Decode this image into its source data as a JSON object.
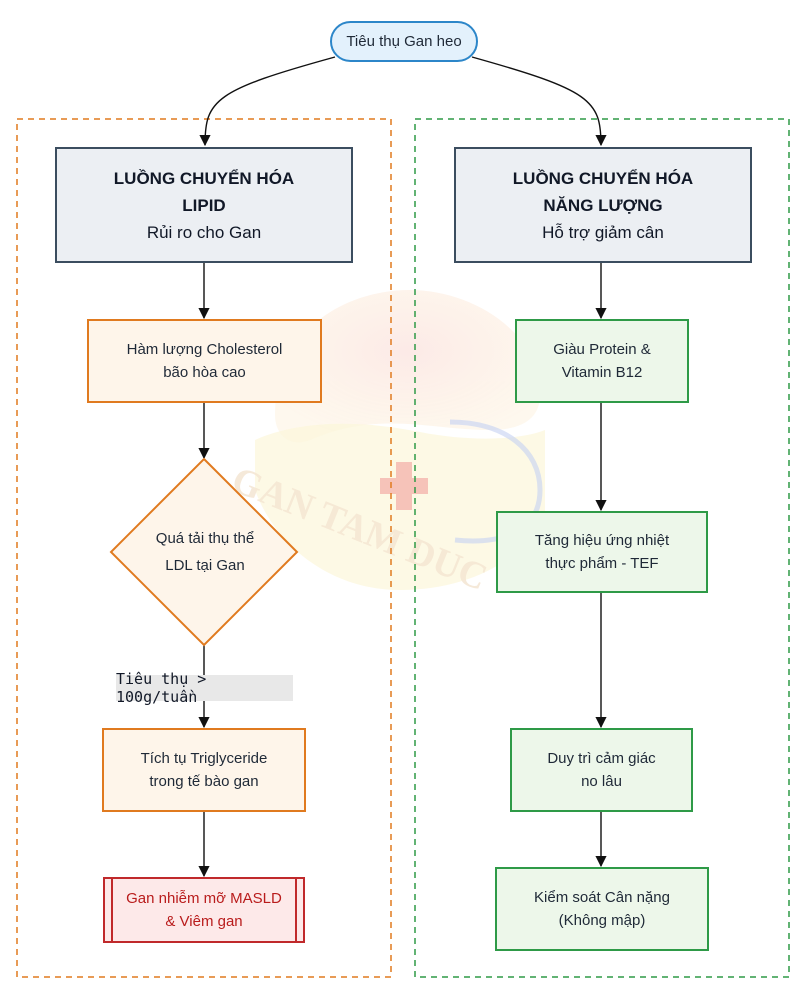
{
  "root": {
    "label": "Tiêu thụ Gan heo"
  },
  "left_flow": {
    "header": {
      "title_line1": "LUỒNG CHUYỂN HÓA",
      "title_line2": "LIPID",
      "subtitle": "Rủi ro cho Gan"
    },
    "step1": {
      "line1": "Hàm lượng Cholesterol",
      "line2": "bão hòa cao"
    },
    "decision": {
      "line1": "Quá tải thụ thể",
      "line2": "LDL tại Gan"
    },
    "edge_label": "Tiêu thụ > 100g/tuần",
    "step2": {
      "line1": "Tích tụ Triglyceride",
      "line2": "trong tế bào gan"
    },
    "outcome": {
      "line1": "Gan nhiễm mỡ MASLD",
      "line2": "& Viêm gan"
    }
  },
  "right_flow": {
    "header": {
      "title_line1": "LUỒNG CHUYỂN HÓA",
      "title_line2": "NĂNG LƯỢNG",
      "subtitle": "Hỗ trợ giảm cân"
    },
    "step1": {
      "line1": "Giàu Protein &",
      "line2": "Vitamin B12"
    },
    "step2": {
      "line1": "Tăng hiệu ứng nhiệt",
      "line2": "thực phẩm - TEF"
    },
    "step3": {
      "line1": "Duy trì cảm giác",
      "line2": "no lâu"
    },
    "outcome": {
      "line1": "Kiểm soát Cân nặng",
      "line2": "(Không mập)"
    }
  },
  "watermark": {
    "text": "GAN TAM DUC"
  },
  "colors": {
    "lipid_accent": "#e07a1f",
    "energy_accent": "#2e9a47",
    "danger": "#c0292b",
    "header_border": "#3b4d5f",
    "root_accent": "#2c86c9"
  }
}
